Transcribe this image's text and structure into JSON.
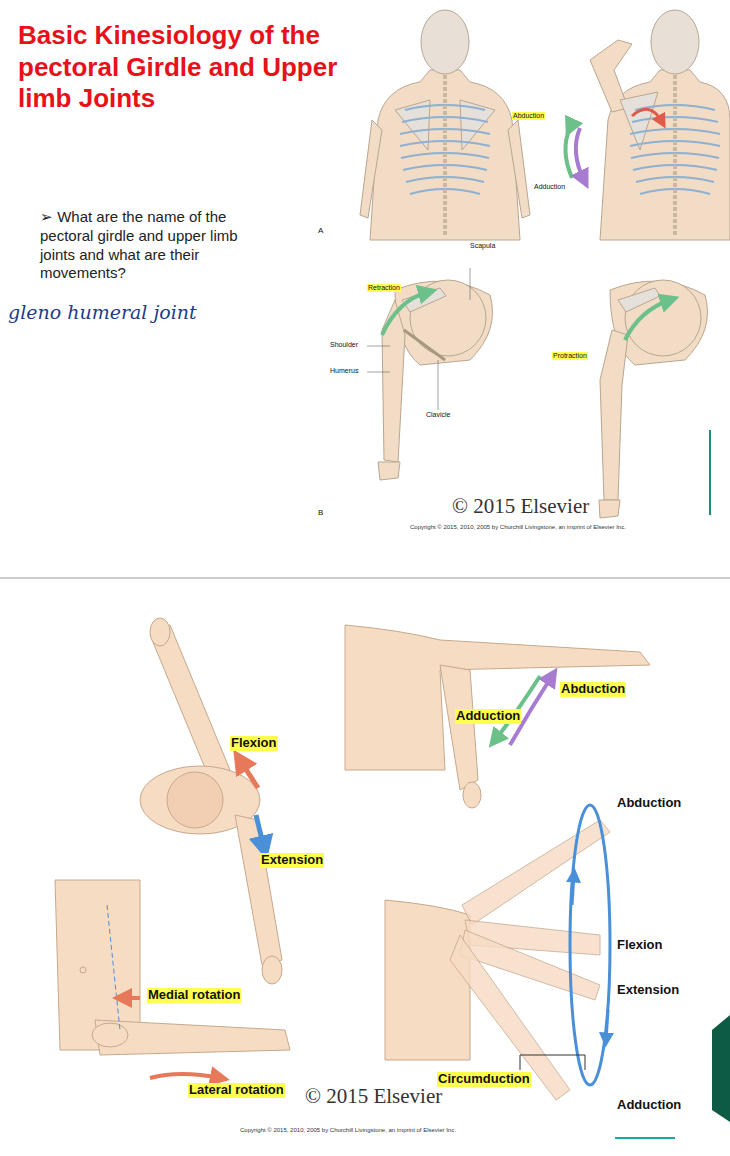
{
  "diagram": {
    "title": "Basic Kinesiology of the pectoral Girdle and Upper limb Joints",
    "labels": [
      "➢ What are the name of the pectoral girdle and upper limb joints and what are their movements?",
      "gleno humeral joint",
      "Abduction",
      "Adduction",
      "A",
      "Scapula",
      "Retraction",
      "Shoulder",
      "Humerus",
      "Clavicle",
      "Protraction",
      "B",
      "© 2015 Elsevier",
      "Copyright © 2015, 2010, 2005 by Churchill Livingstone, an imprint of Elsevier Inc.",
      "Flexion",
      "Extension",
      "Medial rotation",
      "Lateral rotation",
      "Abduction",
      "Adduction",
      "Abduction",
      "Flexion",
      "Extension",
      "Circumduction",
      "Adduction",
      "© 2015 Elsevier",
      "Copyright © 2015, 2010, 2005 by Churchill Livingstone, an imprint of Elsevier Inc."
    ]
  }
}
